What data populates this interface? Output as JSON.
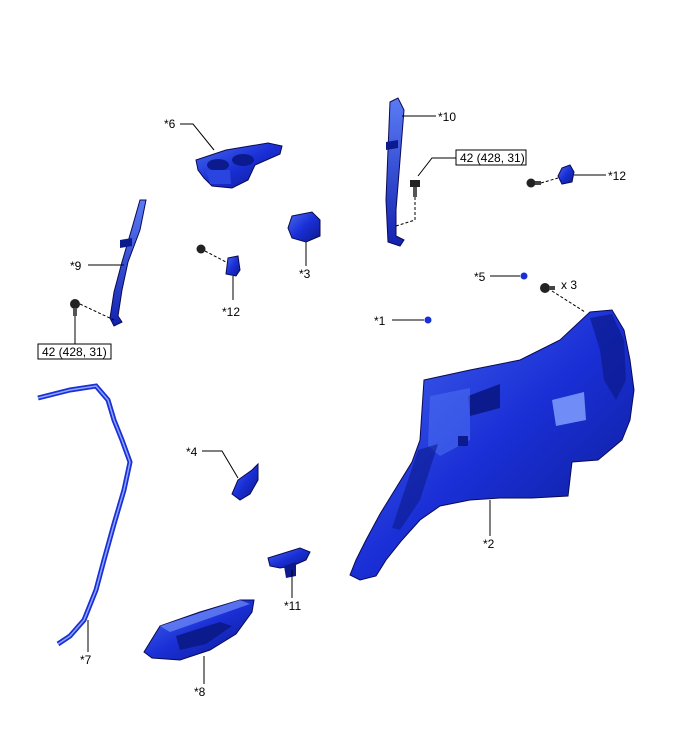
{
  "labels": {
    "p1": "*1",
    "p2": "*2",
    "p3": "*3",
    "p4": "*4",
    "p5": "*5",
    "p6": "*6",
    "p7": "*7",
    "p8": "*8",
    "p9": "*9",
    "p10": "*10",
    "p11": "*11",
    "p12a": "*12",
    "p12b": "*12"
  },
  "torque_top": "42 (428, 31)",
  "torque_left": "42 (428, 31)",
  "qty": "x 3",
  "colors": {
    "part_fill": "#1a2fd6",
    "part_dark": "#0b1a8c",
    "part_light": "#4a6cf0"
  }
}
